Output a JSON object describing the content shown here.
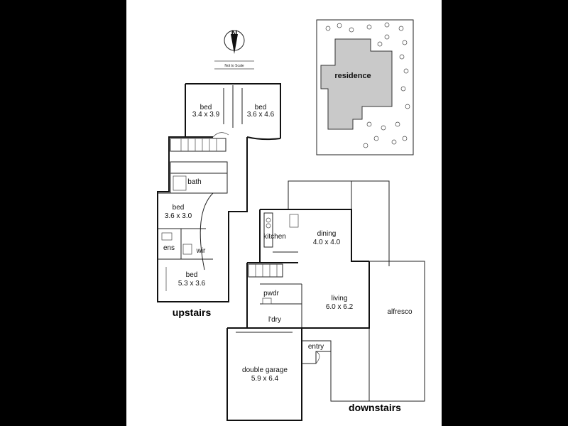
{
  "north": {
    "letter": "N",
    "caption": "Not to Scale"
  },
  "site_plan": {
    "label": "residence"
  },
  "upstairs": {
    "title": "upstairs",
    "bed1": {
      "name": "bed",
      "size": "3.4 x 3.9"
    },
    "bed2": {
      "name": "bed",
      "size": "3.6 x 4.6"
    },
    "bath": "bath",
    "bed3": {
      "name": "bed",
      "size": "3.6 x 3.0"
    },
    "ens": "ens",
    "wir": "wir",
    "bed4": {
      "name": "bed",
      "size": "5.3 x 3.6"
    }
  },
  "downstairs": {
    "title": "downstairs",
    "kitchen": "kitchen",
    "dining": {
      "name": "dining",
      "size": "4.0 x 4.0"
    },
    "pwdr": "pwdr",
    "living": {
      "name": "living",
      "size": "6.0 x 6.2"
    },
    "ldry": "l'dry",
    "alfresco": "alfresco",
    "entry": "entry",
    "garage": {
      "name": "double garage",
      "size": "5.9 x 6.4"
    }
  }
}
